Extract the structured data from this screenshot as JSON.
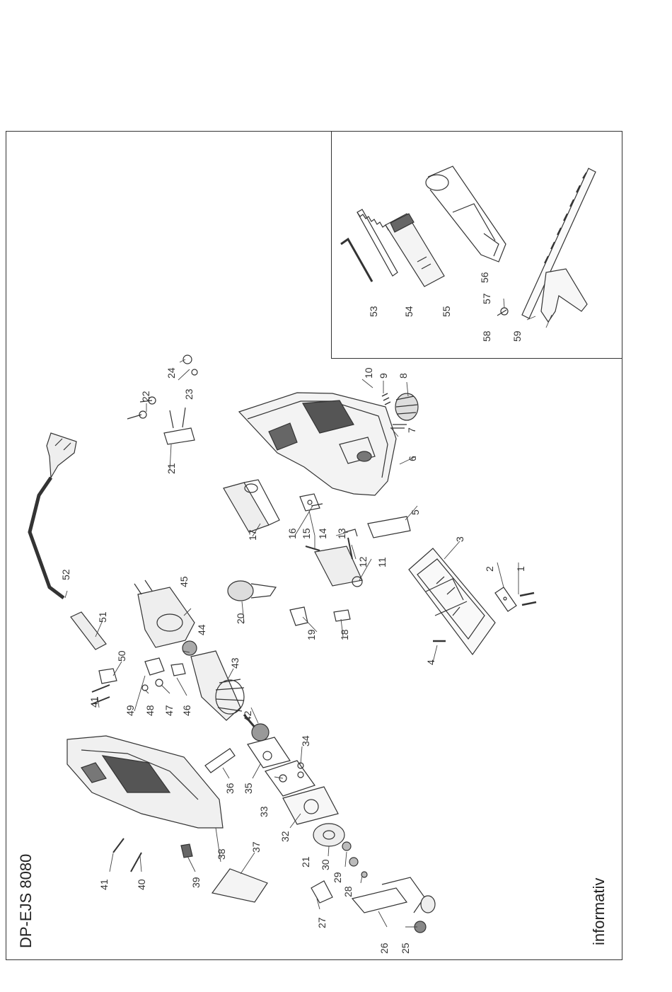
{
  "model": "DP-EJS 8080",
  "brand": "informativ",
  "part_numbers": [
    "1",
    "2",
    "3",
    "4",
    "5",
    "6",
    "7",
    "8",
    "9",
    "10",
    "11",
    "12",
    "13",
    "14",
    "15",
    "16",
    "17",
    "18",
    "19",
    "20",
    "21",
    "21",
    "22",
    "23",
    "24",
    "25",
    "26",
    "27",
    "28",
    "29",
    "30",
    "21",
    "32",
    "33",
    "34",
    "35",
    "36",
    "37",
    "38",
    "39",
    "40",
    "41",
    "42",
    "43",
    "44",
    "45",
    "46",
    "47",
    "48",
    "49",
    "50",
    "41",
    "51",
    "52",
    "53",
    "54",
    "55",
    "56",
    "57",
    "58",
    "59"
  ]
}
